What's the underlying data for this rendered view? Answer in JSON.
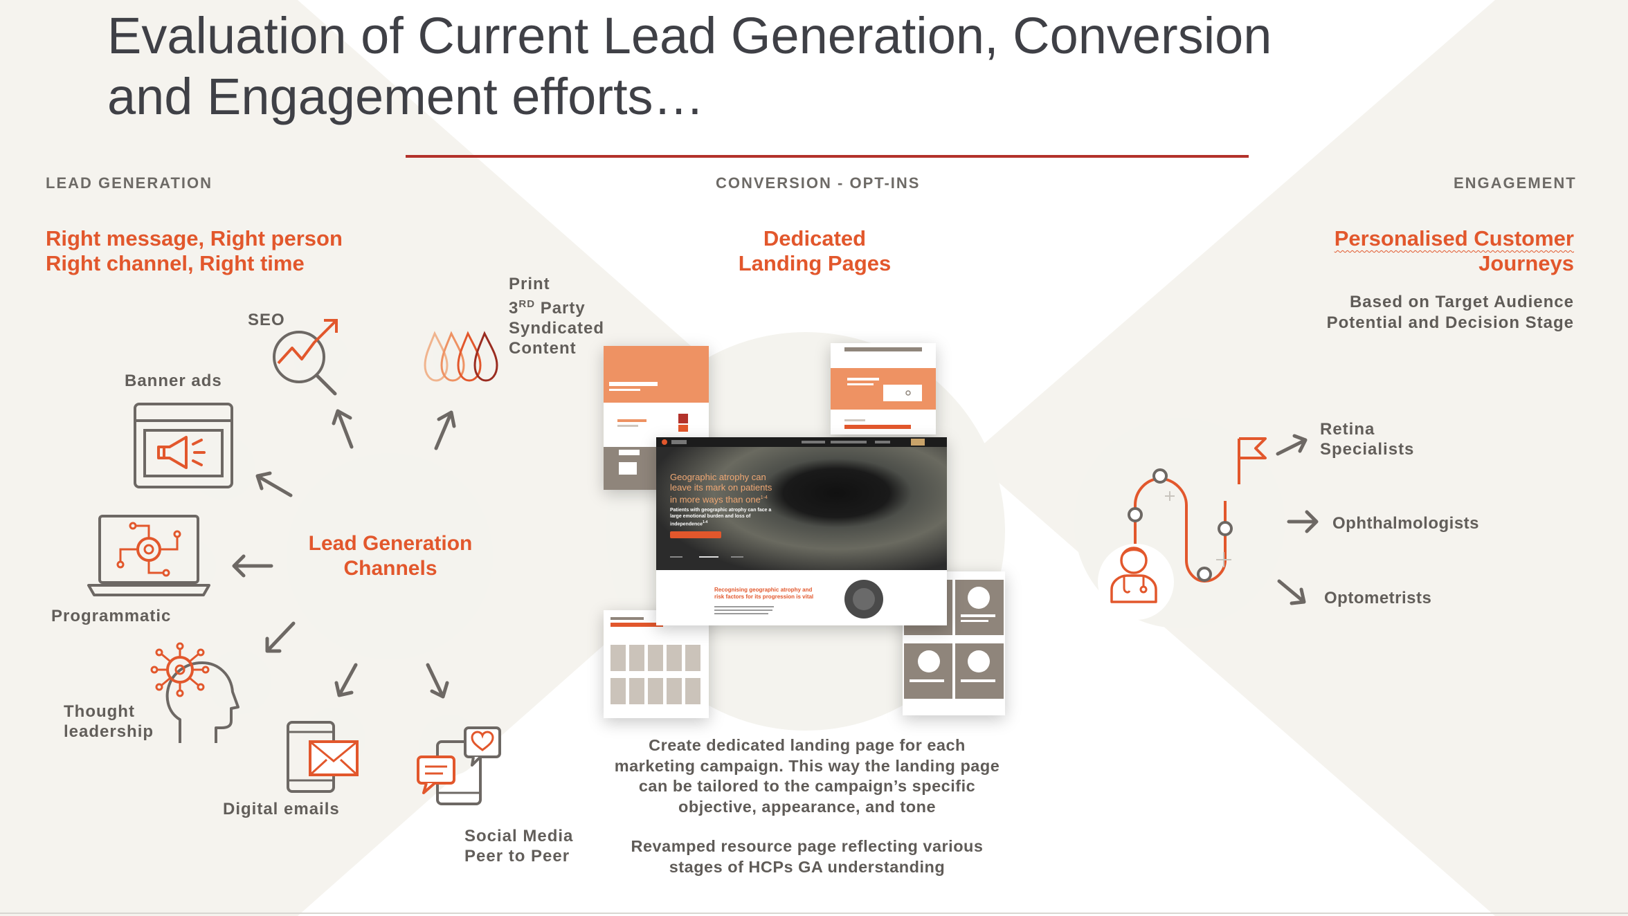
{
  "slide": {
    "title_line1": "Evaluation of Current Lead Generation, Conversion",
    "title_line2": "and Engagement efforts…"
  },
  "lead_generation": {
    "section_label": "LEAD GENERATION",
    "headline_line1": "Right message, Right person",
    "headline_line2": "Right channel, Right time",
    "hub_line1": "Lead Generation",
    "hub_line2": "Channels",
    "channels": {
      "seo": "SEO",
      "print_line1": "Print",
      "print_line2_pre": "3",
      "print_line2_sup": "RD",
      "print_line2_post": " Party",
      "print_line3": "Syndicated",
      "print_line4": "Content",
      "banner": "Banner ads",
      "programmatic": "Programmatic",
      "thought_line1": "Thought",
      "thought_line2": "leadership",
      "emails": "Digital emails",
      "social_line1": "Social Media",
      "social_line2": "Peer to Peer"
    },
    "icons": [
      "seo-icon",
      "print-drops-icon",
      "banner-ads-icon",
      "programmatic-laptop-icon",
      "thought-leadership-icon",
      "digital-emails-icon",
      "social-media-icon"
    ]
  },
  "conversion": {
    "section_label": "CONVERSION - OPT-INS",
    "headline_line1": "Dedicated",
    "headline_line2": "Landing Pages",
    "hero_text_line1": "Geographic atrophy can",
    "hero_text_line2": "leave its mark on patients",
    "hero_text_line3": "in more ways than one",
    "hero_text_sup": "1-4",
    "hero_sub_line1": "Patients with geographic atrophy can face a",
    "hero_sub_line2": "large emotional burden and loss of",
    "hero_sub_line3": "independence",
    "hero_sub_sup": "1-4",
    "lower_text_line1": "Recognising geographic atrophy and",
    "lower_text_line2": "risk factors for its progression is vital",
    "desc_line1": "Create dedicated landing page for each",
    "desc_line2": "marketing campaign. This way the landing page",
    "desc_line3": "can be tailored to the campaign’s specific",
    "desc_line4": "objective, appearance, and tone",
    "desc2_line1": "Revamped resource page reflecting various",
    "desc2_line2": "stages of HCPs GA understanding"
  },
  "engagement": {
    "section_label": "ENGAGEMENT",
    "headline_line1": "Personalised Customer",
    "headline_line2": "Journeys",
    "sub_line1": "Based on Target Audience",
    "sub_line2": "Potential and Decision Stage",
    "targets": {
      "retina_line1": "Retina",
      "retina_line2": "Specialists",
      "ophthalmologists": "Ophthalmologists",
      "optometrists": "Optometrists"
    }
  },
  "colors": {
    "accent": "#e2572c",
    "rule": "#b3322b",
    "text": "#5f5b57",
    "title": "#3f4046",
    "bubble": "#f4f3ee",
    "band": "#f5f3ee"
  }
}
